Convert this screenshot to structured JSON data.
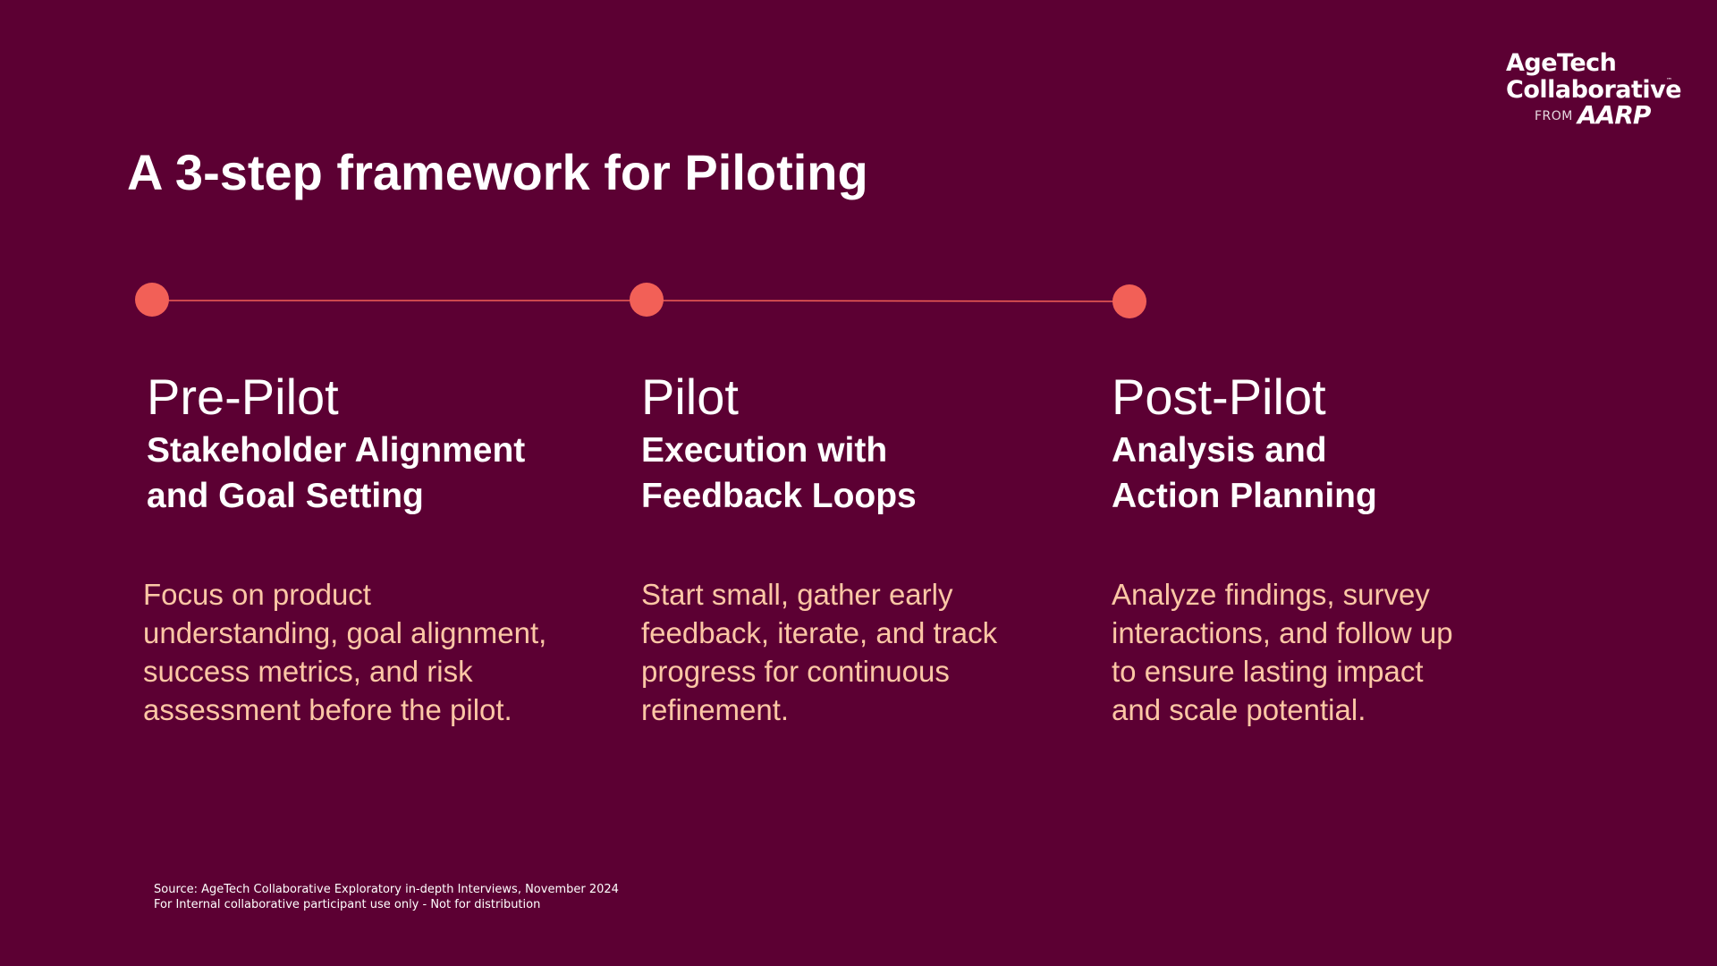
{
  "logo": {
    "line1": "AgeTech",
    "line2": "Collaborative",
    "from": "FROM",
    "brand": "AARP",
    "tm": "™"
  },
  "title": "A 3-step framework for Piloting",
  "colors": {
    "background": "#5c0033",
    "accent": "#f26057",
    "description": "#fcc7a5",
    "text": "#ffffff"
  },
  "steps": [
    {
      "label": "Pre-Pilot",
      "subtitle": "Stakeholder Alignment\nand Goal Setting",
      "description": "Focus on product\nunderstanding, goal alignment,\nsuccess metrics, and risk\nassessment before the pilot."
    },
    {
      "label": "Pilot",
      "subtitle": "Execution with\nFeedback Loops",
      "description": "Start small, gather early\nfeedback, iterate, and track\nprogress for continuous\nrefinement."
    },
    {
      "label": "Post-Pilot",
      "subtitle": "Analysis and\nAction Planning",
      "description": "Analyze findings, survey\ninteractions, and follow up\nto ensure lasting impact\nand scale potential."
    }
  ],
  "footer": {
    "source": "Source: AgeTech Collaborative Exploratory in-depth Interviews, November 2024",
    "note": "For Internal collaborative participant use only - Not for distribution"
  }
}
